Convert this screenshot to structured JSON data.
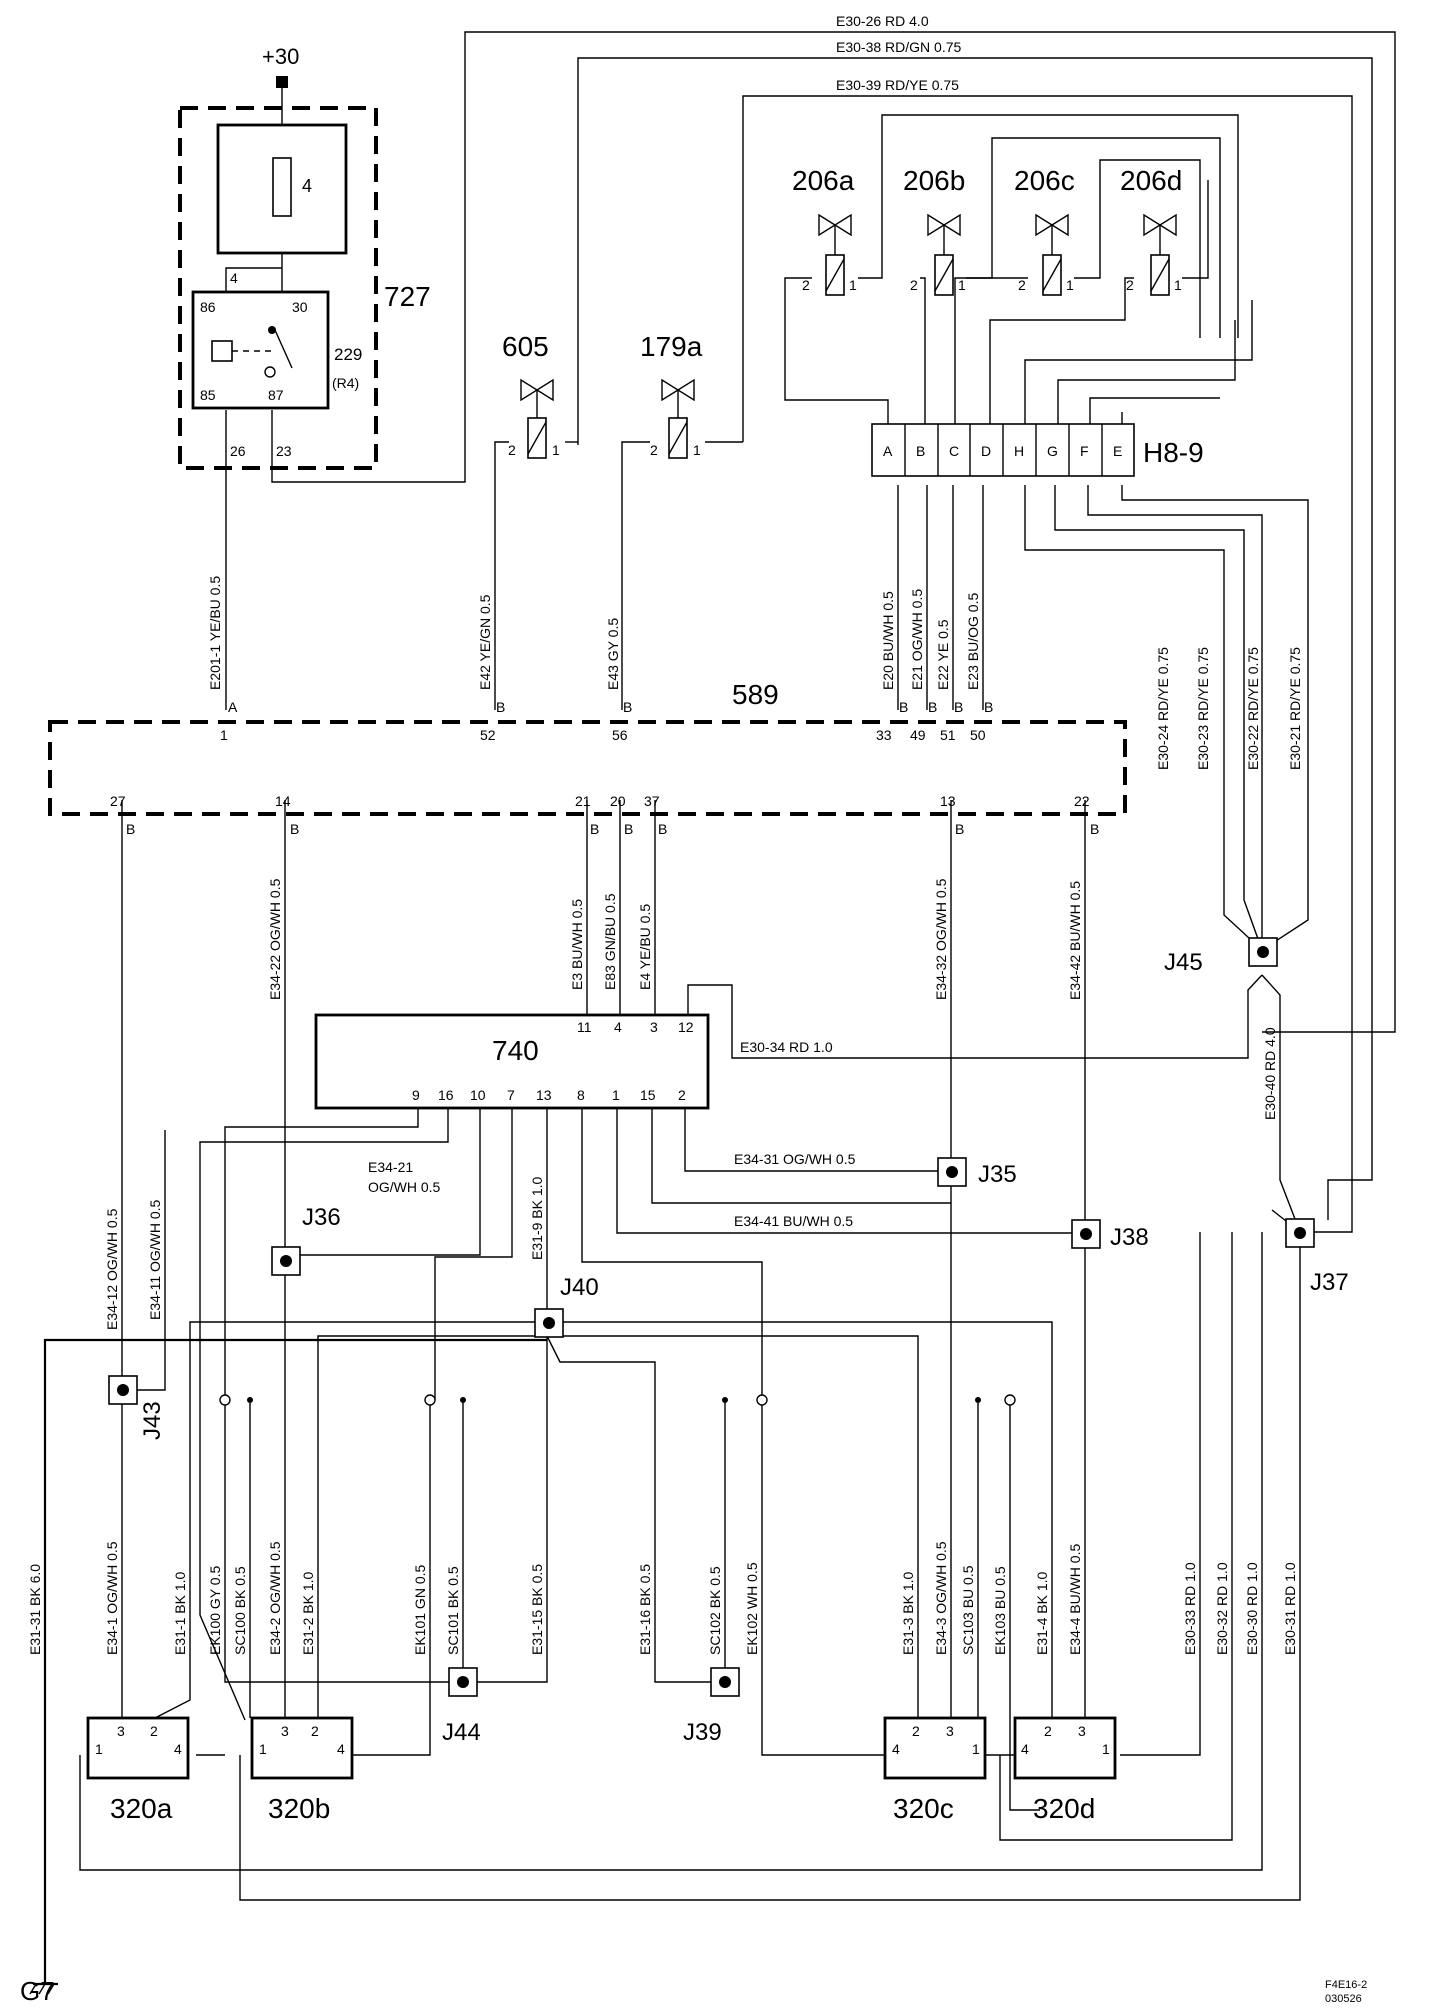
{
  "title": "",
  "components": {
    "supply": "+30",
    "fuse": "4",
    "relay_box": "727",
    "relay": "229",
    "relay_sub": "(R4)",
    "relay_pins": [
      "4",
      "86",
      "30",
      "85",
      "87",
      "26",
      "23"
    ],
    "valve_605": "605",
    "valve_179a": "179a",
    "valves_206": [
      "206a",
      "206b",
      "206c",
      "206d"
    ],
    "h89": "H8-9",
    "h89_pins": [
      "A",
      "B",
      "C",
      "D",
      "H",
      "G",
      "F",
      "E"
    ],
    "connector_589": "589",
    "c589_top_pins": [
      "1",
      "52",
      "56",
      "33",
      "49",
      "51",
      "50"
    ],
    "c589_top_letters": [
      "A",
      "B",
      "B",
      "B",
      "B",
      "B",
      "B"
    ],
    "c589_bottom_pins": [
      "27",
      "14",
      "21",
      "20",
      "37",
      "13",
      "22"
    ],
    "c589_bottom_letters": [
      "B",
      "B",
      "B",
      "B",
      "B",
      "B",
      "B"
    ],
    "module_740": "740",
    "m740_top_pins": [
      "11",
      "4",
      "3",
      "12"
    ],
    "m740_bottom_pins": [
      "9",
      "16",
      "10",
      "7",
      "13",
      "8",
      "1",
      "15",
      "2"
    ],
    "splices": [
      "J45",
      "J35",
      "J36",
      "J38",
      "J40",
      "J37",
      "J43",
      "J44",
      "J39"
    ],
    "ground": "G7",
    "sensors": [
      "320a",
      "320b",
      "320c",
      "320d"
    ],
    "sensor_pins": [
      "1",
      "2",
      "3",
      "4"
    ],
    "footer_code": "F4E16-2",
    "footer_date": "030526"
  },
  "wires": {
    "top_rd": "E30-26  RD  4.0",
    "top_rdgn": "E30-38  RD/GN  0.75",
    "top_rdye": "E30-39  RD/YE   0.75",
    "e201": "E201-1 YE/BU  0.5",
    "e42": "E42  YE/GN  0.5",
    "e43": "E43  GY  0.5",
    "e20": "E20  BU/WH  0.5",
    "e21": "E21  OG/WH  0.5",
    "e22": "E22  YE  0.5",
    "e23": "E23  BU/OG  0.5",
    "e30_24": "E30-24  RD/YE   0.75",
    "e30_23": "E30-23  RD/YE   0.75",
    "e30_22": "E30-22  RD/YE   0.75",
    "e30_21": "E30-21  RD/YE   0.75",
    "e34_22": "E34-22  OG/WH  0.5",
    "e3": "E3  BU/WH  0.5",
    "e83": "E83  GN/BU  0.5",
    "e4": "E4  YE/BU  0.5",
    "e34_32": "E34-32  OG/WH  0.5",
    "e34_42": "E34-42  BU/WH  0.5",
    "e30_34": "E30-34  RD   1.0",
    "e30_40": "E30-40  RD  4.0",
    "e34_12": "E34-12  OG/WH  0.5",
    "e34_11": "E34-11  OG/WH  0.5",
    "e34_21_a": "E34-21",
    "e34_21_b": "OG/WH  0.5",
    "e31_9": "E31-9  BK  1.0",
    "e34_31": "E34-31  OG/WH  0.5",
    "e34_41": "E34-41  BU/WH  0.5",
    "e31_31": "E31-31  BK  6.0",
    "e34_1": "E34-1  OG/WH  0.5",
    "e31_1": "E31-1  BK  1.0",
    "ek100": "EK100  GY  0.5",
    "sc100": "SC100  BK  0.5",
    "e34_2": "E34-2  OG/WH  0.5",
    "e31_2": "E31-2  BK  1.0",
    "ek101": "EK101  GN  0.5",
    "sc101": "SC101  BK  0.5",
    "e31_15": "E31-15  BK  0.5",
    "e31_16": "E31-16  BK  0.5",
    "sc102": "SC102  BK  0.5",
    "ek102": "EK102  WH  0.5",
    "e31_3": "E31-3  BK  1.0",
    "e34_3": "E34-3  OG/WH  0.5",
    "sc103": "SC103  BU  0.5",
    "ek103": "EK103  BU  0.5",
    "e31_4": "E31-4  BK  1.0",
    "e34_4": "E34-4  BU/WH  0.5",
    "e30_33": "E30-33  RD  1.0",
    "e30_32": "E30-32  RD  1.0",
    "e30_30": "E30-30  RD  1.0",
    "e30_31": "E30-31  RD  1.0"
  }
}
